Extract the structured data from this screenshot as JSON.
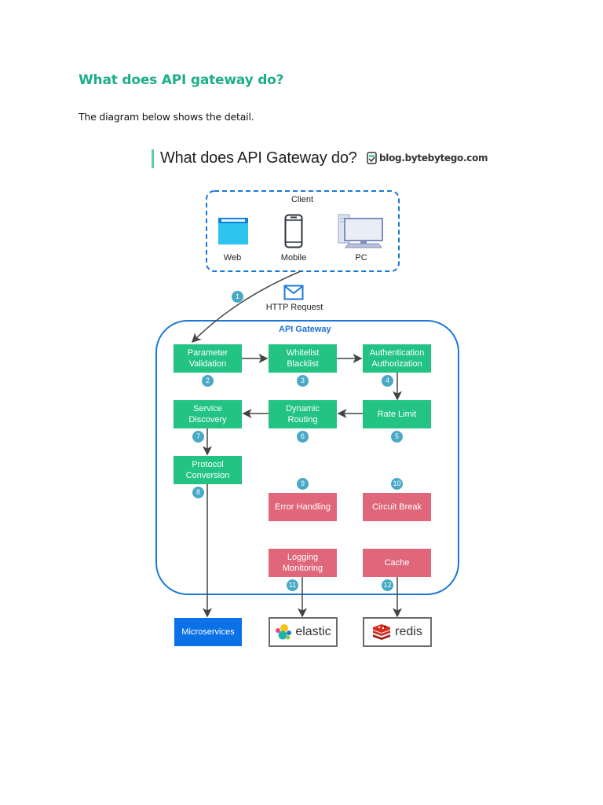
{
  "document": {
    "heading": "What does API gateway do?",
    "paragraph": "The diagram below shows the detail."
  },
  "figure": {
    "title": "What does API Gateway do?",
    "site": "blog.bytebytego.com",
    "client": {
      "label": "Client",
      "devices": [
        {
          "label": "Web",
          "icon": "browser-window-icon"
        },
        {
          "label": "Mobile",
          "icon": "mobile-phone-icon"
        },
        {
          "label": "PC",
          "icon": "desktop-pc-icon"
        }
      ]
    },
    "request": {
      "label": "HTTP Request",
      "icon": "envelope-icon",
      "step": "1"
    },
    "gateway": {
      "label": "API Gateway",
      "steps": [
        {
          "step": "2",
          "label1": "Parameter",
          "label2": "Validation",
          "color": "#22c383"
        },
        {
          "step": "3",
          "label1": "Whitelist",
          "label2": "Blacklist",
          "color": "#22c383"
        },
        {
          "step": "4",
          "label1": "Authentication",
          "label2": "Authorization",
          "color": "#22c383"
        },
        {
          "step": "5",
          "label1": "Rate Limit",
          "label2": "",
          "color": "#22c383"
        },
        {
          "step": "6",
          "label1": "Dynamic",
          "label2": "Routing",
          "color": "#22c383"
        },
        {
          "step": "7",
          "label1": "Service",
          "label2": "Discovery",
          "color": "#22c383"
        },
        {
          "step": "8",
          "label1": "Protocol",
          "label2": "Conversion",
          "color": "#22c383"
        },
        {
          "step": "9",
          "label1": "Error Handling",
          "label2": "",
          "color": "#e0677a"
        },
        {
          "step": "10",
          "label1": "Circuit Break",
          "label2": "",
          "color": "#e0677a"
        },
        {
          "step": "11",
          "label1": "Logging",
          "label2": "Monitoring",
          "color": "#e0677a"
        },
        {
          "step": "12",
          "label1": "Cache",
          "label2": "",
          "color": "#e0677a"
        }
      ]
    },
    "backends": [
      {
        "label": "Microservices",
        "icon": ""
      },
      {
        "label": "elastic",
        "icon": "elastic-logo-icon"
      },
      {
        "label": "redis",
        "icon": "redis-logo-icon"
      }
    ],
    "colors": {
      "heading": "#1fae8a",
      "core_step": "#22c383",
      "cross_cutting": "#e0677a",
      "badge": "#47a9c6",
      "gateway_border": "#1b6fd6",
      "microservices": "#0a72e6"
    }
  }
}
